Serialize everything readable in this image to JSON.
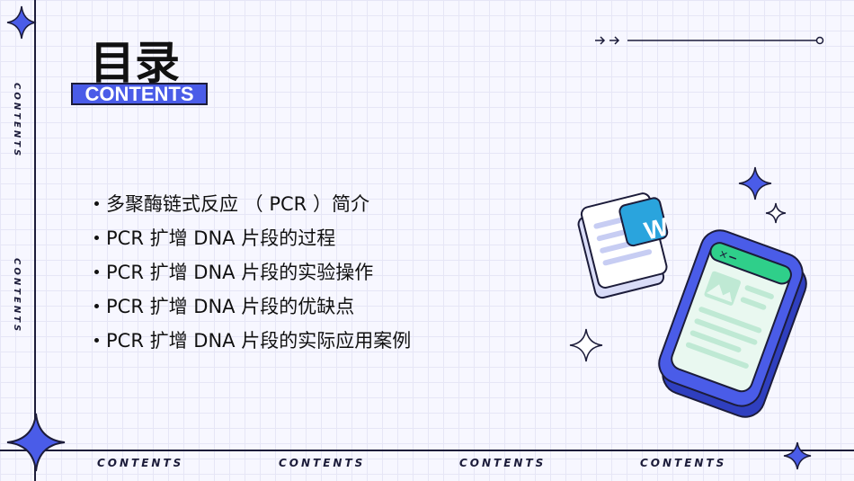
{
  "title": "目录",
  "subtitle": "CONTENTS",
  "side_labels": [
    "CONTENTS",
    "CONTENTS"
  ],
  "bottom_labels": [
    "CONTENTS",
    "CONTENTS",
    "CONTENTS",
    "CONTENTS"
  ],
  "toc": [
    {
      "label": "多聚酶链式反应 （ PCR ）简介"
    },
    {
      "label": "PCR 扩增 DNA 片段的过程"
    },
    {
      "label": "PCR 扩增 DNA 片段的实验操作"
    },
    {
      "label": "PCR 扩增 DNA 片段的优缺点"
    },
    {
      "label": "PCR 扩增 DNA 片段的实际应用案例"
    }
  ],
  "doc_icon_letter": "W",
  "colors": {
    "accent": "#4a5ce8",
    "dark": "#1c1c3a",
    "green": "#2fcf8a",
    "background": "#f7f7ff"
  }
}
